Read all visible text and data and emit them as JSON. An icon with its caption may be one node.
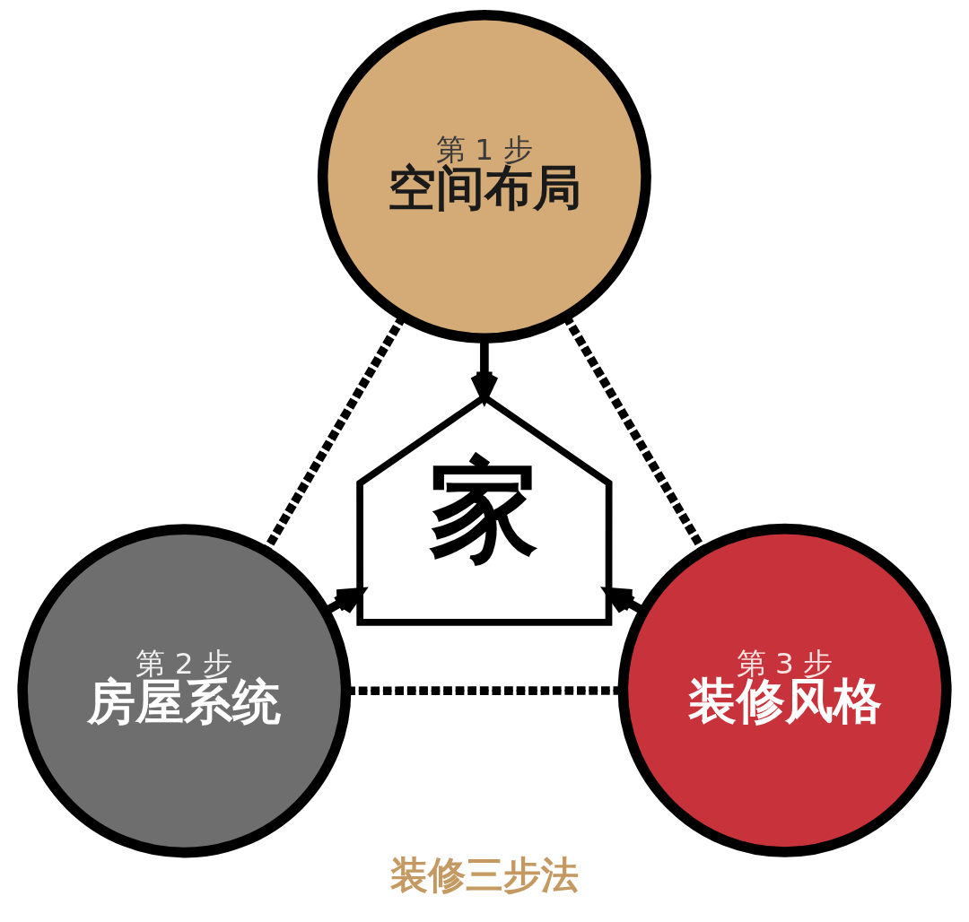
{
  "diagram": {
    "caption": "装修三步法",
    "nodes": [
      {
        "text": [
          "第 1 步",
          "空间布局"
        ]
      },
      {
        "text": [
          "家"
        ]
      },
      {
        "text": [
          "第 2 步",
          "房屋系统"
        ]
      },
      {
        "text": [
          "第 3 步",
          "装修风格"
        ]
      }
    ],
    "edges": [
      {
        "from": 0,
        "to": 1,
        "arrow": "to"
      },
      {
        "from": 2,
        "to": 1,
        "arrow": "to"
      },
      {
        "from": 3,
        "to": 1,
        "arrow": "to"
      },
      {
        "from": 0,
        "to": 2,
        "arrow": "none",
        "style": "dashed"
      },
      {
        "from": 0,
        "to": 3,
        "arrow": "none",
        "style": "dashed"
      },
      {
        "from": 2,
        "to": 3,
        "arrow": "none",
        "style": "dashed"
      }
    ]
  }
}
